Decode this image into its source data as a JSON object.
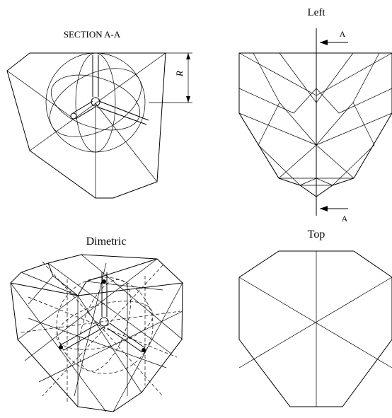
{
  "views": {
    "section": {
      "title": "SECTION A-A",
      "dimension_label": "R"
    },
    "left": {
      "title": "Left",
      "cut_label_top": "A",
      "cut_label_bottom": "A"
    },
    "dimetric": {
      "title": "Dimetric"
    },
    "top": {
      "title": "Top"
    }
  },
  "colors": {
    "line": "#000000",
    "background": "#ffffff"
  }
}
